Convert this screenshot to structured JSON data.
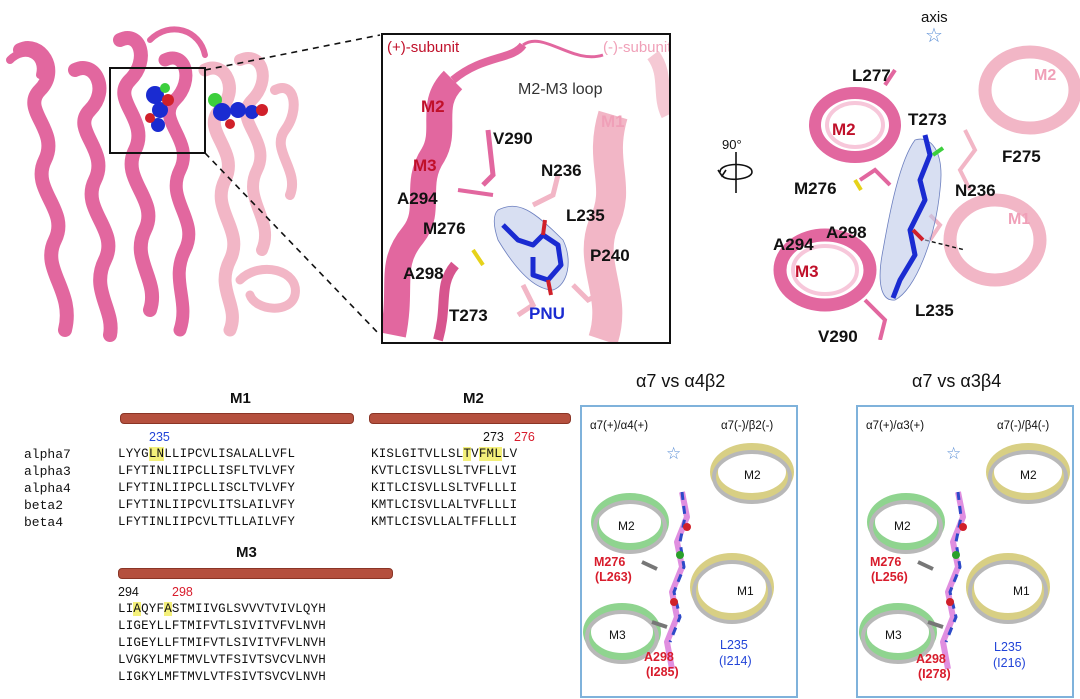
{
  "panel_a": {
    "inset_box": ""
  },
  "panel_b": {
    "plus_subunit": "(+)-subunit",
    "minus_subunit": "(-)-subunit",
    "loop": "M2-M3 loop",
    "labels": {
      "m2": "M2",
      "m3": "M3",
      "m1": "M1",
      "v290": "V290",
      "n236": "N236",
      "a294": "A294",
      "m276": "M276",
      "l235": "L235",
      "a298": "A298",
      "p240": "P240",
      "t273": "T273",
      "pnu": "PNU"
    }
  },
  "rotation": {
    "angle": "90°"
  },
  "panel_c": {
    "axis": "axis",
    "labels": {
      "l277": "L277",
      "m2_right": "M2",
      "m2": "M2",
      "t273": "T273",
      "f275": "F275",
      "m276": "M276",
      "n236": "N236",
      "m1": "M1",
      "a294": "A294",
      "a298": "A298",
      "m3": "M3",
      "l235": "L235",
      "v290": "V290"
    }
  },
  "alignment": {
    "headers": {
      "m1": "M1",
      "m2": "M2",
      "m3": "M3"
    },
    "numbers": {
      "n235": "235",
      "n273": "273",
      "n276": "276",
      "n294": "294",
      "n298": "298"
    },
    "names": [
      "alpha7",
      "alpha3",
      "alpha4",
      "beta2",
      "beta4"
    ],
    "m1_rows": [
      [
        "LYYG",
        "LN",
        "LLIPCVLISALALLVFL"
      ],
      [
        "LFYTINLIIPCLLISFLTVLVFY"
      ],
      [
        "LFYTINLIIPCLLISCLTVLVFY"
      ],
      [
        "LFYTINLIIPCVLITSLAILVFY"
      ],
      [
        "LFYTINLIIPCVLTTLLAILVFY"
      ]
    ],
    "m2_rows": [
      [
        "KISLGITVLLSL",
        "T",
        "V",
        "FML",
        "LV"
      ],
      [
        "KVTLCISVLLSLTVFLLVI"
      ],
      [
        "KITLCISVLLSLTVFLLLI"
      ],
      [
        "KMTLCISVLLALTVFLLLI"
      ],
      [
        "KMTLCISVLLALTFFLLLI"
      ]
    ],
    "m3_rows": [
      [
        "LI",
        "A",
        "QYF",
        "A",
        "STMIIVGLSVVVTVIVLQYH"
      ],
      [
        "LIGEYLLFTMIFVTLSIVITVFVLNVH"
      ],
      [
        "LIGEYLLFTMIFVTLSIVITVFVLNVH"
      ],
      [
        "LVGKYLMFTMVLVTFSIVTSVCVLNVH"
      ],
      [
        "LIGKYLMFTMVLVTFSIVTSVCVLNVH"
      ]
    ]
  },
  "comparison": [
    {
      "title": "α7 vs α4β2",
      "left_label": "α7(+)/α4(+)",
      "right_label": "α7(-)/β2(-)",
      "m2_left": "M2",
      "m2_right": "M2",
      "m1": "M1",
      "m3": "M3",
      "m276": "M276",
      "m276_alt": "(L263)",
      "a298": "A298",
      "a298_alt": "(I285)",
      "l235": "L235",
      "l235_alt": "(I214)"
    },
    {
      "title": "α7 vs α3β4",
      "left_label": "α7(+)/α3(+)",
      "right_label": "α7(-)/β4(-)",
      "m2_left": "M2",
      "m2_right": "M2",
      "m1": "M1",
      "m3": "M3",
      "m276": "M276",
      "m276_alt": "(L256)",
      "a298": "A298",
      "a298_alt": "(I278)",
      "l235": "L235",
      "l235_alt": "(I216)"
    }
  ],
  "colors": {
    "plus": "#e2679f",
    "minus": "#f2b6c6",
    "dark_red": "#c0102a",
    "pnu_blue": "#1a2bd1",
    "bar": "#b5503e",
    "panel_border": "#7fb2db",
    "highlight": "#f4f07a"
  }
}
